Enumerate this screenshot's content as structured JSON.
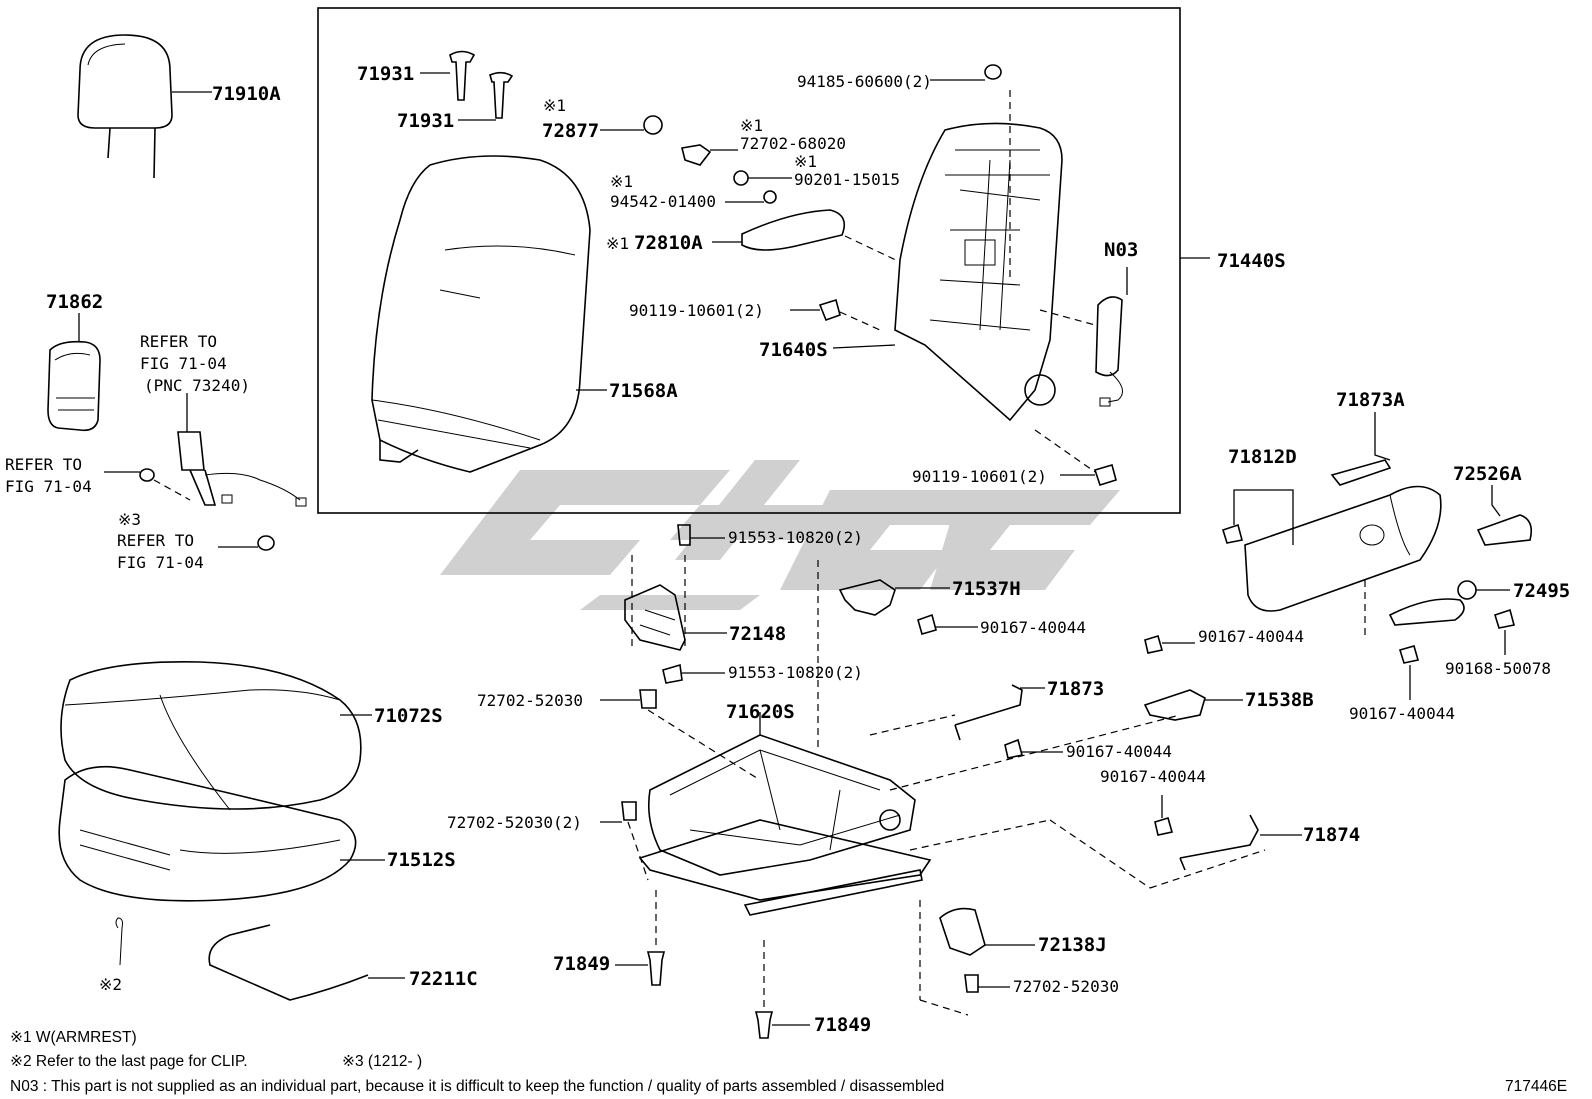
{
  "labels": {
    "p71910A": "71910A",
    "p71931a": "71931",
    "p71931b": "71931",
    "p72877": "72877",
    "p72702_68020": "72702-68020",
    "p90201_15015": "90201-15015",
    "p94542_01400": "94542-01400",
    "p72810A": "72810A",
    "p94185_60600": "94185-60600(2)",
    "p90119_10601a": "90119-10601(2)",
    "p71640S": "71640S",
    "pN03": "N03",
    "p71440S": "71440S",
    "p71568A": "71568A",
    "p90119_10601b": "90119-10601(2)",
    "p71862": "71862",
    "refer1": "REFER TO",
    "fig1": "FIG 71-04",
    "pnc": "(PNC 73240)",
    "refer2": "REFER TO",
    "fig2": "FIG 71-04",
    "refer3": "REFER TO",
    "fig3": "FIG 71-04",
    "p91553a": "91553-10820(2)",
    "p71537H": "71537H",
    "p90167_a": "90167-40044",
    "p72148": "72148",
    "p91553b": "91553-10820(2)",
    "p72702_52030a": "72702-52030",
    "p71620S": "71620S",
    "p71873": "71873",
    "p90167_b": "90167-40044",
    "p72702_52030b": "72702-52030(2)",
    "p71072S": "71072S",
    "p71512S": "71512S",
    "p71849a": "71849",
    "p71849b": "71849",
    "p72138J": "72138J",
    "p72702_52030c": "72702-52030",
    "p72211C": "72211C",
    "p71873A": "71873A",
    "p71812D": "71812D",
    "p72526A": "72526A",
    "p72495": "72495",
    "p90167_c": "90167-40044",
    "p71538B": "71538B",
    "p90168": "90168-50078",
    "p90167_d": "90167-40044",
    "p90167_e": "90167-40044",
    "p71874": "71874"
  },
  "marks": {
    "m72877": "※1",
    "m72702": "※1",
    "m90201": "※1",
    "m94542": "※1",
    "m72810A": "※1",
    "m3": "※3",
    "m2": "※2"
  },
  "notes": {
    "n1": "※1 W(ARMREST)",
    "n2": "※2 Refer to the last page for CLIP.",
    "n3": "※3 (1212-      )",
    "n03": "N03 : This part is not supplied as an individual part, because it is difficult to keep the function / quality of parts assembled / disassembled"
  },
  "figure_code": "717446E",
  "watermark_color": "#c8c8c8"
}
